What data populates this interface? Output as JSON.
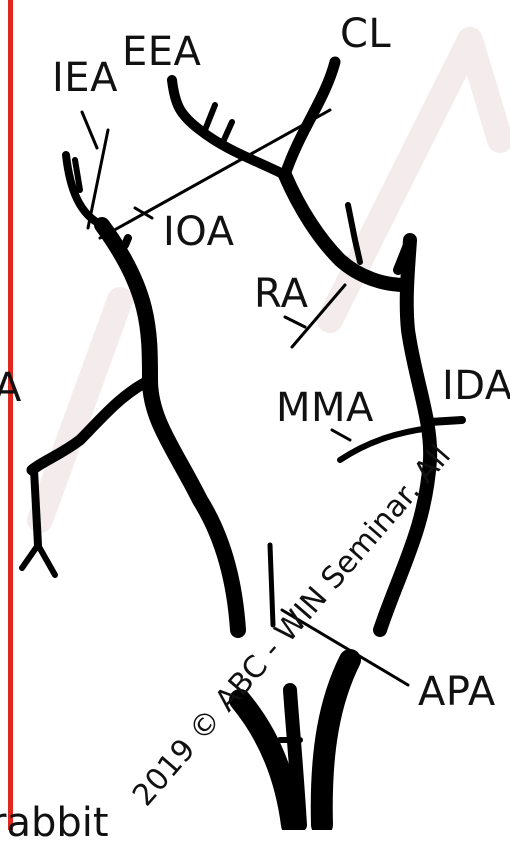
{
  "labels": {
    "iea": "IEA",
    "eea": "EEA",
    "cl": "CL",
    "ioa": "IOA",
    "ra": "RA",
    "mma": "MMA",
    "ida": "IDA",
    "apa": "APA",
    "left_cut": "A"
  },
  "watermark": "2019 © ABC - WIN Seminar. All",
  "bottom_text": "rabbit",
  "colors": {
    "accent_line": "#e0281e",
    "vessel": "#000000",
    "faint_watermark": "#f3eaea"
  }
}
